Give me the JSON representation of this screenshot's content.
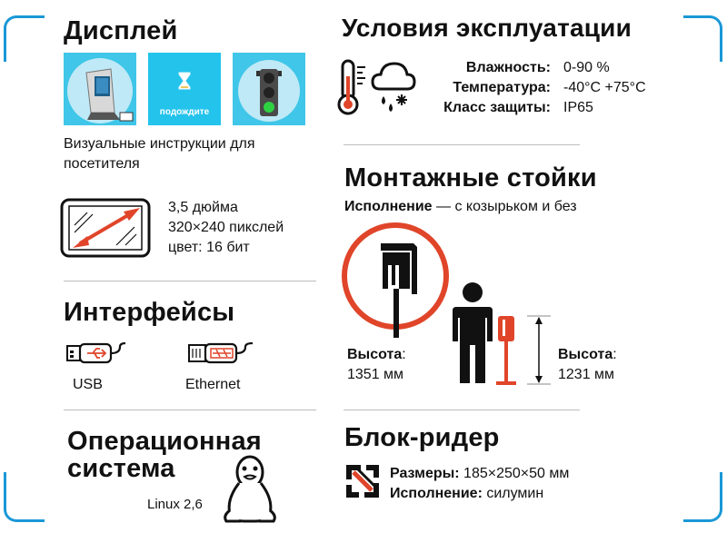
{
  "colors": {
    "accent": "#1a98d6",
    "red": "#e0452a",
    "cyan": "#3fc6e8",
    "dark": "#111111"
  },
  "display": {
    "title": "Дисплей",
    "wait_label": "подождите",
    "description": "Визуальные инструкции для посетителя",
    "specs": [
      "3,5 дюйма",
      "320×240 пикслей",
      "цвет: 16 бит"
    ]
  },
  "interfaces": {
    "title": "Интерфейсы",
    "usb": "USB",
    "ethernet": "Ethernet"
  },
  "os": {
    "title_line1": "Операционная",
    "title_line2": "система",
    "value": "Linux 2,6"
  },
  "conditions": {
    "title": "Условия эксплуатации",
    "rows": [
      {
        "label": "Влажность:",
        "value": "0-90 %"
      },
      {
        "label": "Температура:",
        "value": "-40°C +75°C"
      },
      {
        "label": "Класс защиты:",
        "value": "IP65"
      }
    ]
  },
  "stands": {
    "title": "Монтажные стойки",
    "variant_label": "Исполнение",
    "variant_value": " — с козырьком и без",
    "height_label": "Высота",
    "height_colon": ":",
    "height_left": "1351 мм",
    "height_right": "1231 мм"
  },
  "reader": {
    "title": "Блок-ридер",
    "size_label": "Размеры:",
    "size_value": " 185×250×50 мм",
    "material_label": "Исполнение:",
    "material_value": " силумин"
  }
}
